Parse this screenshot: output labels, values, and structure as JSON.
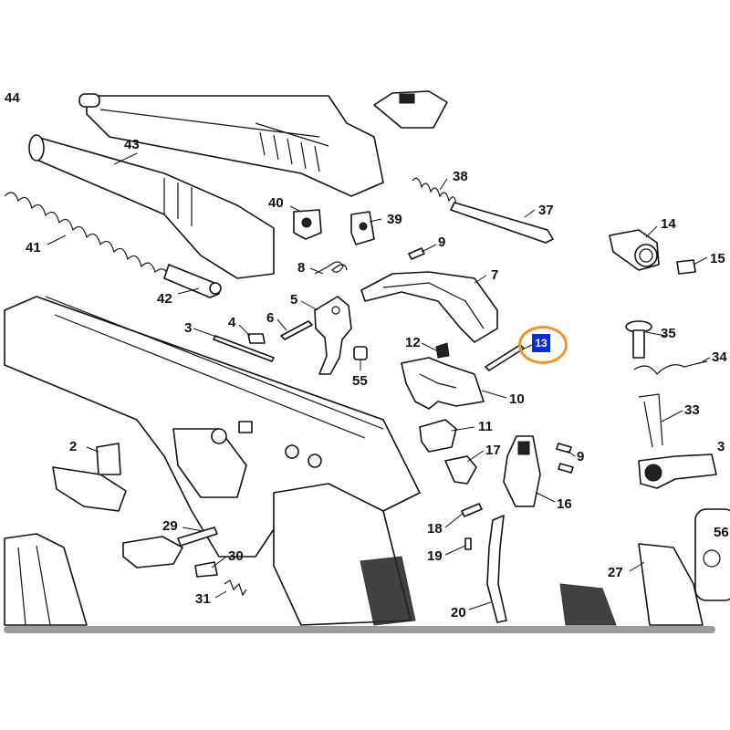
{
  "highlight": {
    "label": "13",
    "ring_color": "#f2922f",
    "badge_color": "#0c2bd6"
  },
  "labels": {
    "p44": "44",
    "p43": "43",
    "p41": "41",
    "p42": "42",
    "p40": "40",
    "p39": "39",
    "p38": "38",
    "p37": "37",
    "p14": "14",
    "p15": "15",
    "p9a": "9",
    "p8": "8",
    "p7": "7",
    "p5": "5",
    "p3": "3",
    "p4": "4",
    "p6": "6",
    "p12": "12",
    "p55": "55",
    "p35": "35",
    "p34": "34",
    "p10": "10",
    "p33": "33",
    "p11": "11",
    "p17": "17",
    "p9b": "9",
    "p2": "2",
    "p16": "16",
    "p29": "29",
    "p30": "30",
    "p18": "18",
    "p19": "19",
    "p31": "31",
    "p56": "56",
    "p27": "27",
    "p20": "20",
    "p3b": "3"
  }
}
